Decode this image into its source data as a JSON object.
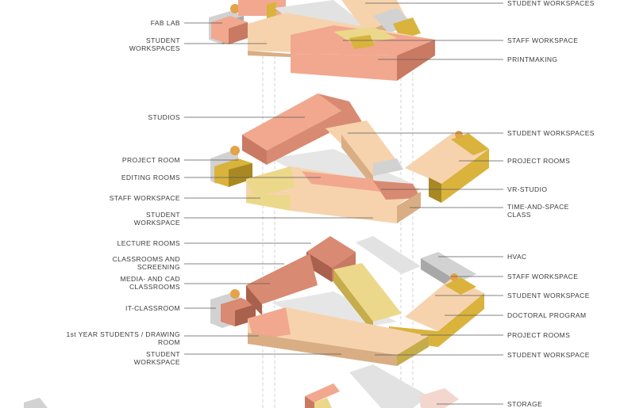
{
  "diagram": {
    "colors": {
      "salmon": "#f1a88f",
      "salmon_dark": "#c97a63",
      "terracotta": "#d98a72",
      "terracotta_dark": "#a9604c",
      "peach": "#f6d3ad",
      "peach_dark": "#d9ae84",
      "yellow": "#ecd88a",
      "yellow_dark": "#c6ad4b",
      "ochre": "#d9b33c",
      "ochre_dark": "#a88822",
      "orange": "#e4a24a",
      "grey": "#d2d2d2",
      "grey_dark": "#a8a8a8",
      "line": "#5a5a5a"
    },
    "labels_left": [
      {
        "id": "fab-lab",
        "text": "FAB LAB"
      },
      {
        "id": "student-workspaces-top",
        "text": "STUDENT\nWORKSPACES"
      },
      {
        "id": "studios",
        "text": "STUDIOS"
      },
      {
        "id": "project-room",
        "text": "PROJECT ROOM"
      },
      {
        "id": "editing-rooms",
        "text": "EDITING ROOMS"
      },
      {
        "id": "staff-workspace-mid",
        "text": "STAFF WORKSPACE"
      },
      {
        "id": "student-workspace-mid",
        "text": "STUDENT\nWORKSPACE"
      },
      {
        "id": "lecture-rooms",
        "text": "LECTURE ROOMS"
      },
      {
        "id": "classrooms-screening",
        "text": "CLASSROOMS AND\nSCREENING"
      },
      {
        "id": "media-cad",
        "text": "MEDIA- AND CAD\nCLASSROOMS"
      },
      {
        "id": "it-classroom",
        "text": "IT-CLASSROOM"
      },
      {
        "id": "first-year",
        "text": "1st YEAR STUDENTS / DRAWING\nROOM"
      },
      {
        "id": "student-workspace-low",
        "text": "STUDENT\nWORKSPACE"
      }
    ],
    "labels_right": [
      {
        "id": "student-workspaces-r1",
        "text": "STUDENT WORKSPACES"
      },
      {
        "id": "staff-workspace-r1",
        "text": "STAFF WORKSPACE"
      },
      {
        "id": "printmaking",
        "text": "PRINTMAKING"
      },
      {
        "id": "student-workspaces-r2",
        "text": "STUDENT WORKSPACES"
      },
      {
        "id": "project-rooms-r2",
        "text": "PROJECT ROOMS"
      },
      {
        "id": "vr-studio",
        "text": "VR-STUDIO"
      },
      {
        "id": "time-space",
        "text": "TIME-AND-SPACE\nCLASS"
      },
      {
        "id": "hvac",
        "text": "HVAC"
      },
      {
        "id": "staff-workspace-r3",
        "text": "STAFF WORKSPACE"
      },
      {
        "id": "student-workspace-r3",
        "text": "STUDENT WORKSPACE"
      },
      {
        "id": "doctoral",
        "text": "DOCTORAL PROGRAM"
      },
      {
        "id": "project-rooms-r3",
        "text": "PROJECT ROOMS"
      },
      {
        "id": "student-workspace-r4",
        "text": "STUDENT WORKSPACE"
      },
      {
        "id": "storage",
        "text": "STORAGE"
      }
    ]
  }
}
